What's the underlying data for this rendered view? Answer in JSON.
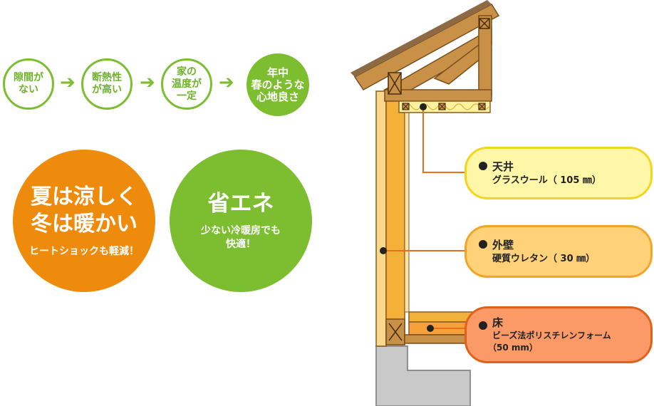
{
  "process_steps": [
    {
      "label": "隙間が\nない"
    },
    {
      "label": "断熱性\nが高い"
    },
    {
      "label": "家の\n温度が\n一定"
    },
    {
      "label": "年中\n春のような\n心地良さ"
    }
  ],
  "benefits": [
    {
      "title": "夏は涼しく\n冬は暖かい",
      "subtitle": "ヒートショックも軽減！",
      "color": "#ef8b0c"
    },
    {
      "title": "省エネ",
      "subtitle": "少ない冷暖房でも\n快適！",
      "color": "#7cbe2f"
    }
  ],
  "insulation_labels": [
    {
      "name": "天井",
      "material": "グラスウール（ 105 ㎜）",
      "fill": "#fff7a8",
      "border": "#f2d51d"
    },
    {
      "name": "外壁",
      "material": "硬質ウレタン（ 30 ㎜）",
      "fill": "#ffd27a",
      "border": "#f3a52a"
    },
    {
      "name": "床",
      "material": "ビーズ法ポリスチレンフォーム",
      "material_note": "（50 mm）",
      "fill": "#fb9a66",
      "border": "#e0611e"
    }
  ],
  "colors": {
    "green": "#7cbe2f",
    "orange": "#ef8b0c",
    "wood": "#c99048",
    "lumber": "#f3b13a",
    "leader": "#e8701c"
  }
}
